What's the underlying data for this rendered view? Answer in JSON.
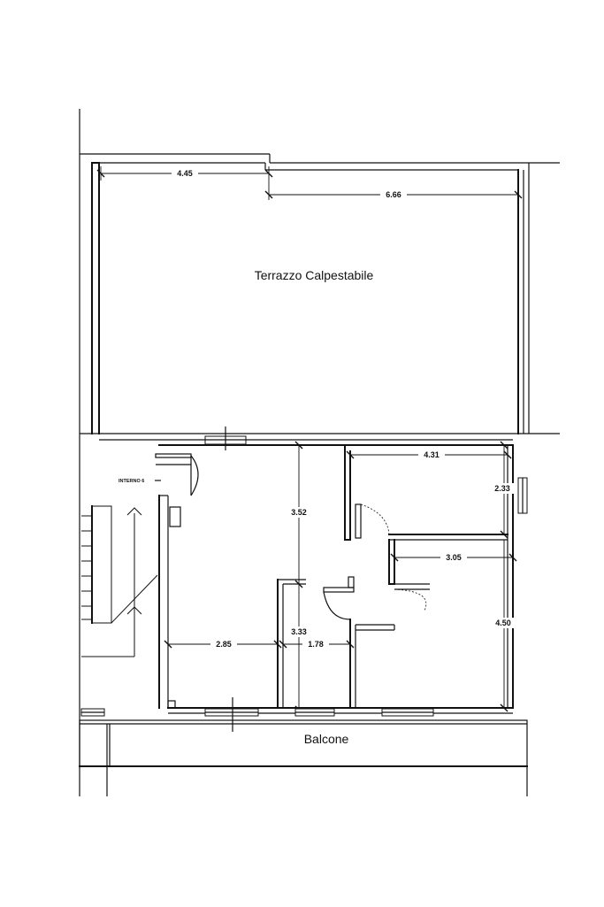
{
  "rooms": {
    "terrace": "Terrazzo Calpestabile",
    "balcony": "Balcone",
    "unit": "INTERNO 6"
  },
  "dimensions": {
    "d_top_left": "4.45",
    "d_top_right": "6.66",
    "d_room_a_width": "4.31",
    "d_room_a_depth": "2.33",
    "d_room_b_width": "3.05",
    "d_room_b_depth": "4.50",
    "d_hall_height": "3.52",
    "d_hall_lower": "3.33",
    "d_living_width": "2.85",
    "d_corridor_width": "1.78"
  },
  "colors": {
    "ink": "#111111",
    "paper": "#ffffff"
  }
}
